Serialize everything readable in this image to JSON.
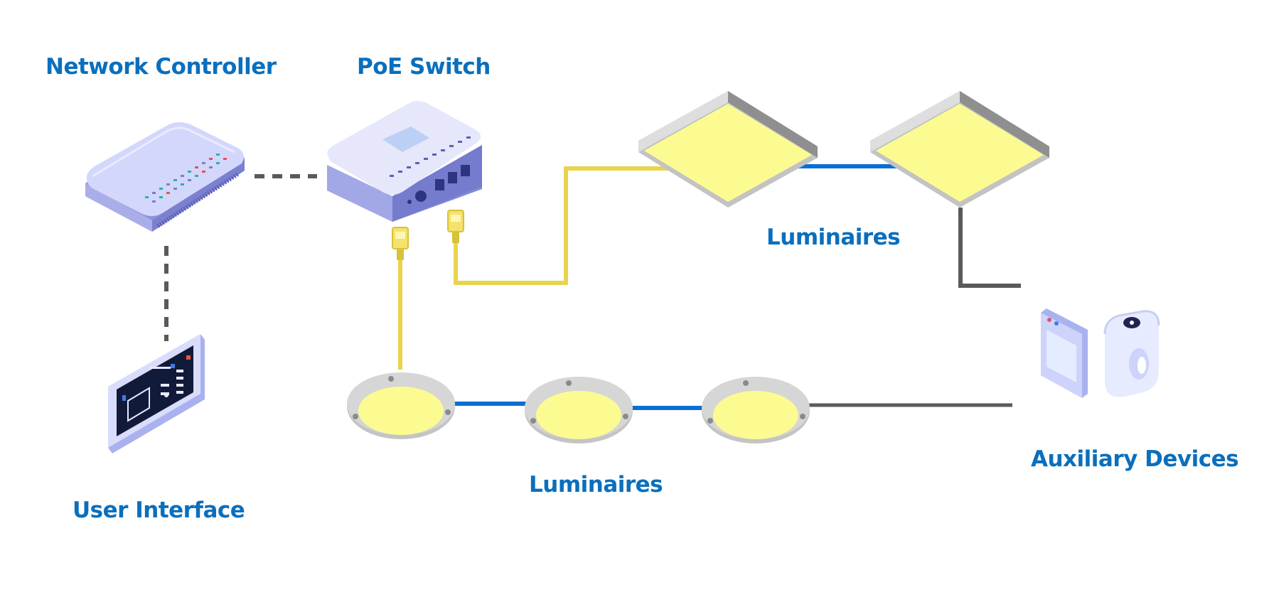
{
  "labels": {
    "network_controller": "Network Controller",
    "poe_switch": "PoE Switch",
    "luminaires_top": "Luminaires",
    "luminaires_bottom": "Luminaires",
    "user_interface": "User Interface",
    "auxiliary_devices": "Auxiliary Devices"
  },
  "colors": {
    "label": "#0a6fbd",
    "poe_cable": "#e8d44d",
    "data_link": "#0a6fd4",
    "aux_link": "#5a5a5a",
    "controller_link": "#5a5a5a",
    "light_panel": "#fbfb91",
    "device_body": "#c9cdf5"
  }
}
